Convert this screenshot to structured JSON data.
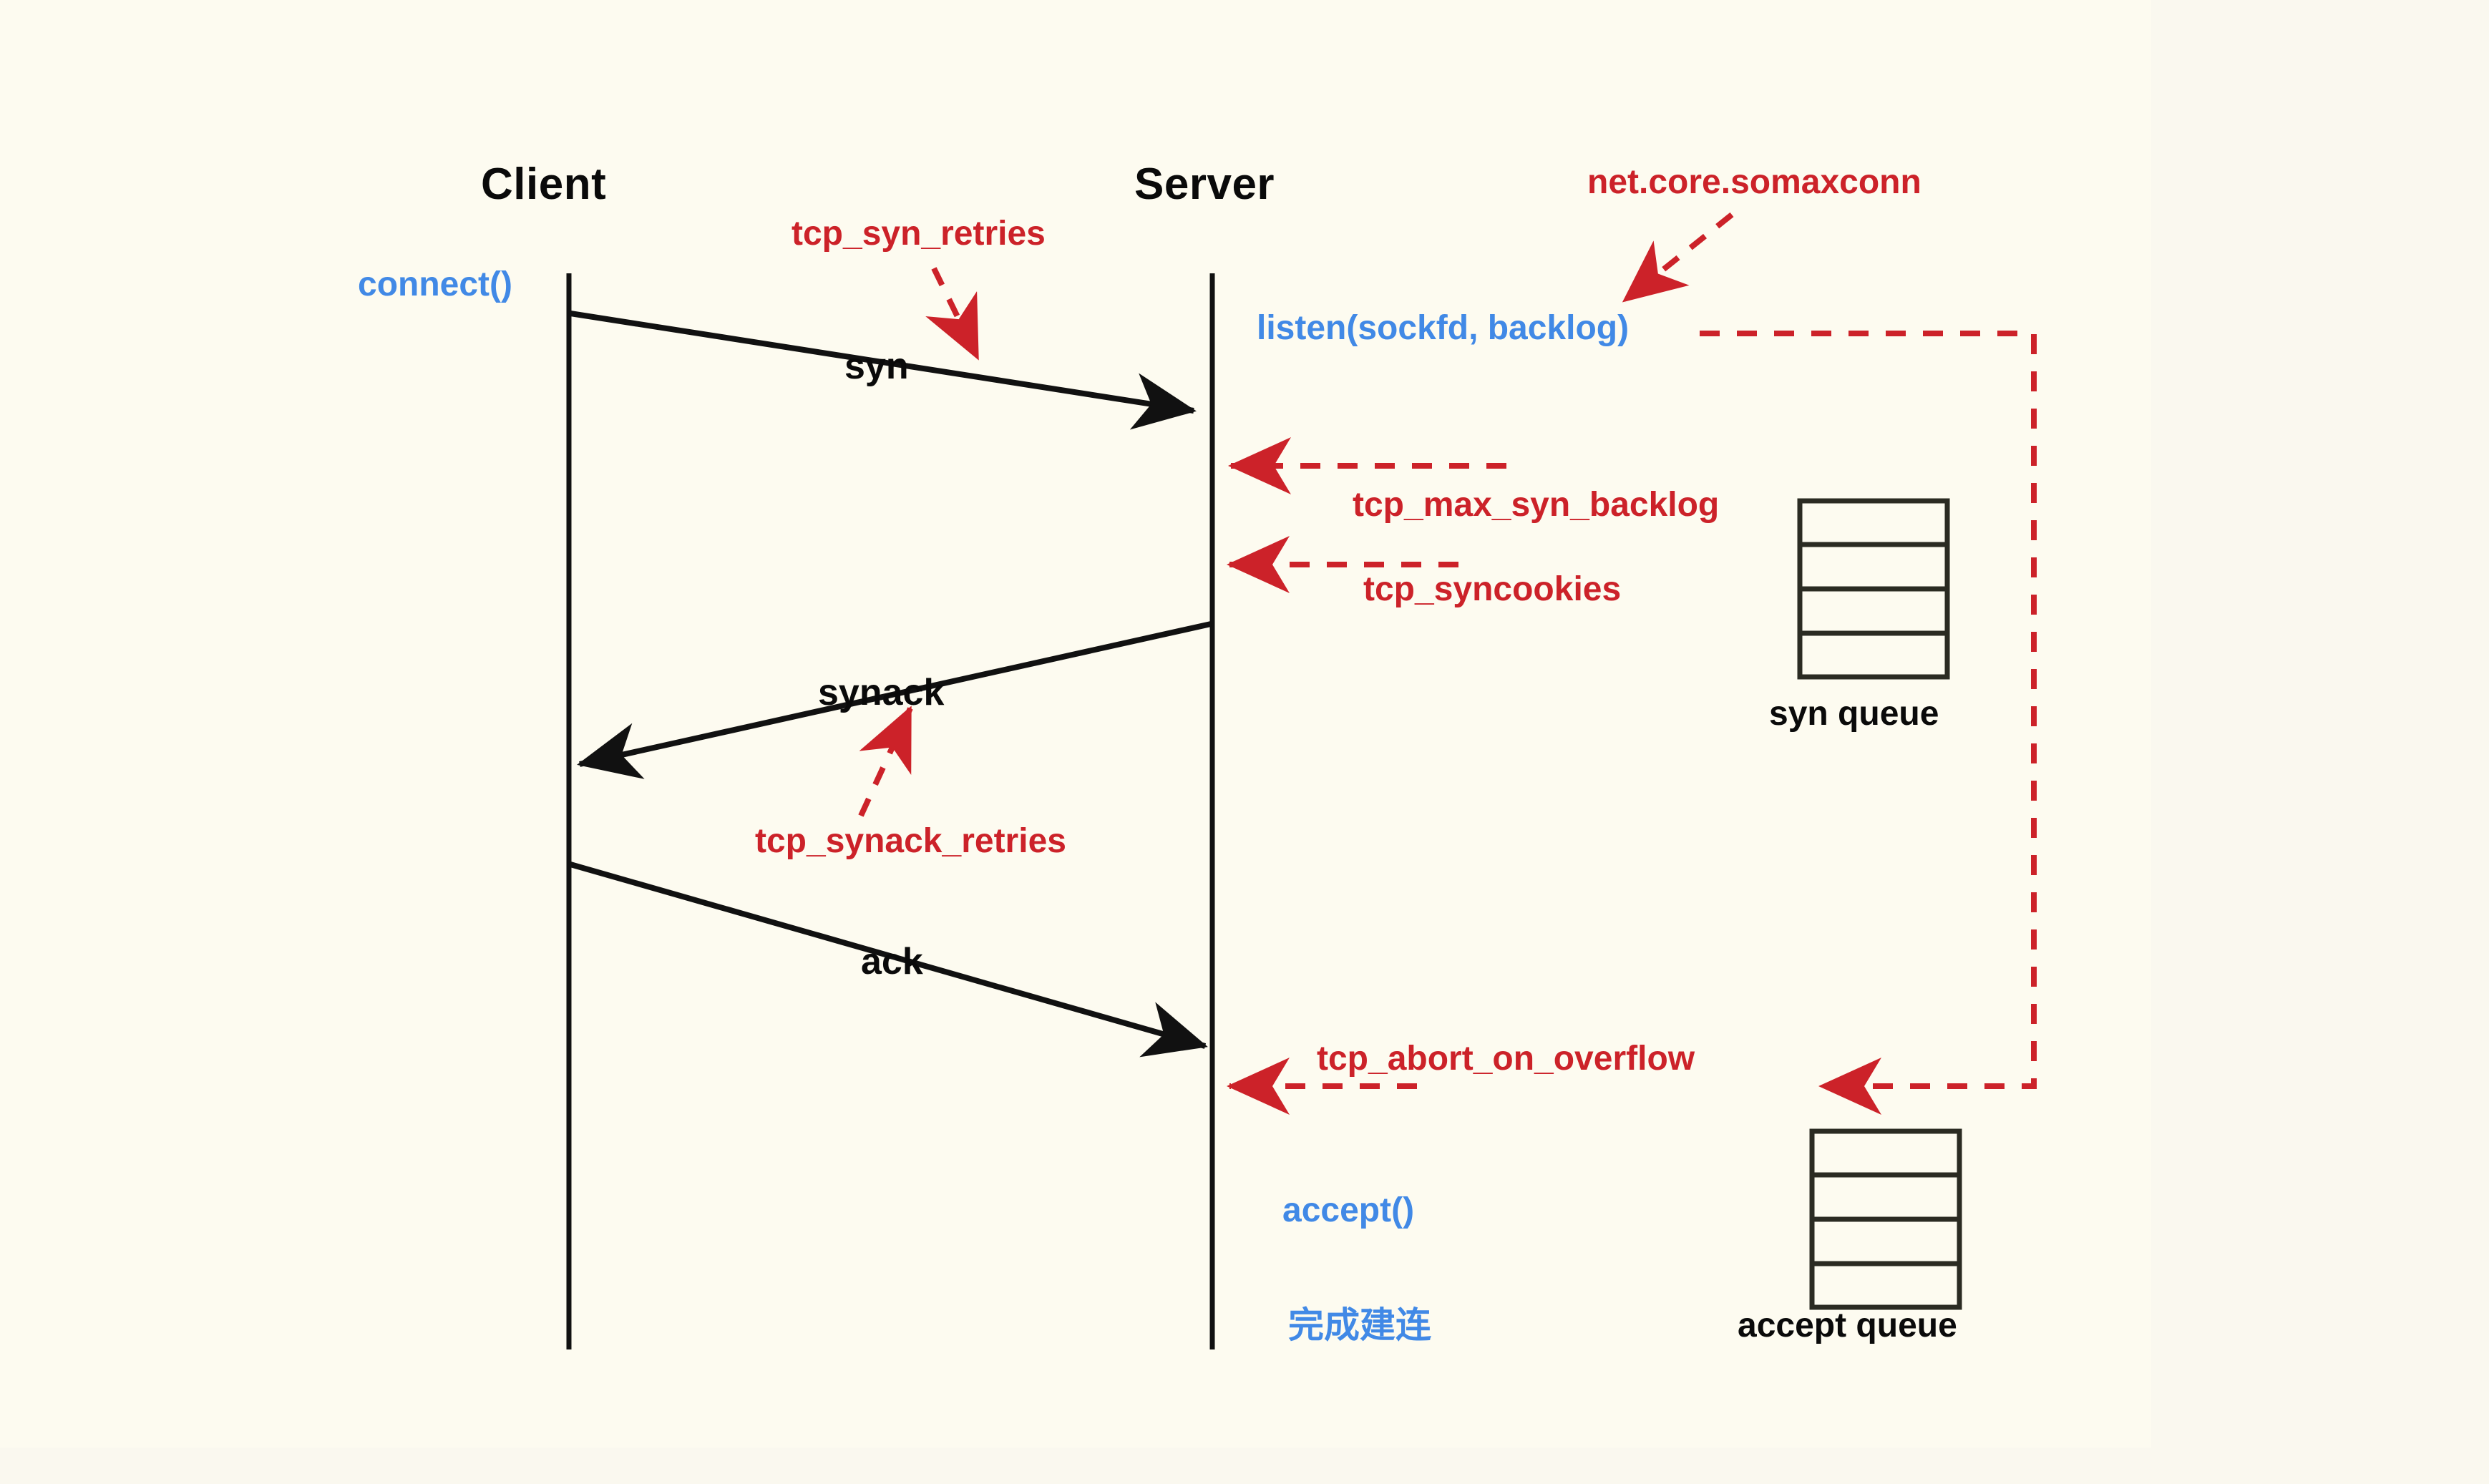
{
  "diagram": {
    "title_semantics": "tcp-three-way-handshake-sequence-diagram",
    "background_color": "#fdfbf0",
    "colors": {
      "text": "#0a0a0a",
      "api_blue": "#4189e6",
      "sysctl_red": "#cc2229",
      "line_black": "#111111"
    }
  },
  "actors": [
    {
      "id": "client",
      "label": "Client"
    },
    {
      "id": "server",
      "label": "Server"
    }
  ],
  "api_calls": [
    {
      "id": "connect",
      "label": "connect()"
    },
    {
      "id": "listen",
      "label": "listen(sockfd, backlog)"
    },
    {
      "id": "accept",
      "label": "accept()"
    },
    {
      "id": "established",
      "label": "完成建连"
    }
  ],
  "packets": [
    {
      "id": "syn",
      "label": "syn",
      "direction": "client-to-server"
    },
    {
      "id": "synack",
      "label": "synack",
      "direction": "server-to-client"
    },
    {
      "id": "ack",
      "label": "ack",
      "direction": "client-to-server"
    }
  ],
  "sysctl_params": [
    {
      "id": "tcp-syn-retries",
      "label": "tcp_syn_retries",
      "points_to": "syn"
    },
    {
      "id": "net-core-somaxconn",
      "label": "net.core.somaxconn",
      "points_to": "listen"
    },
    {
      "id": "tcp-max-syn-backlog",
      "label": "tcp_max_syn_backlog",
      "points_to": "server"
    },
    {
      "id": "tcp-syncookies",
      "label": "tcp_syncookies",
      "points_to": "server"
    },
    {
      "id": "tcp-synack-retries",
      "label": "tcp_synack_retries",
      "points_to": "synack"
    },
    {
      "id": "tcp-abort-on-overflow",
      "label": "tcp_abort_on_overflow",
      "points_to": "server"
    }
  ],
  "queues": [
    {
      "id": "syn-queue",
      "label": "syn queue",
      "slots": 4
    },
    {
      "id": "accept-queue",
      "label": "accept queue",
      "slots": 4
    }
  ]
}
